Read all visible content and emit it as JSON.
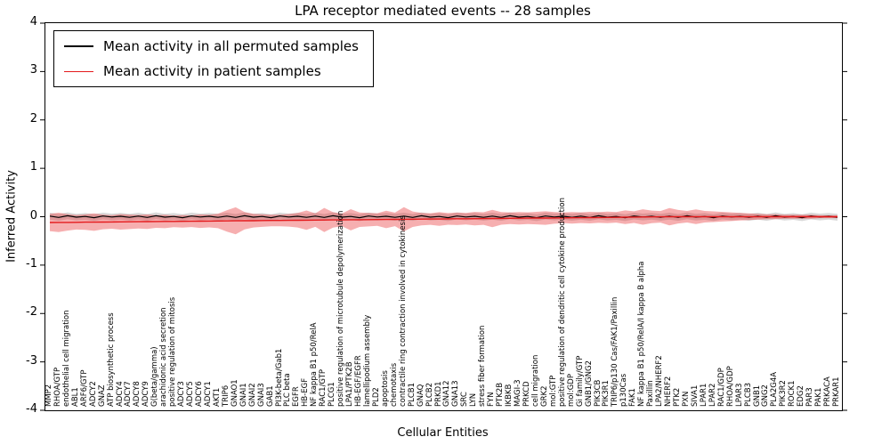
{
  "chart_data": {
    "type": "line",
    "title": "LPA receptor mediated events -- 28 samples",
    "xlabel": "Cellular Entities",
    "ylabel": "Inferred Activity",
    "ylim": [
      -4,
      4
    ],
    "yticks": [
      -4,
      -3,
      -2,
      -1,
      0,
      1,
      2,
      3,
      4
    ],
    "grid": false,
    "legend_position": "upper left",
    "categories": [
      "MMP2",
      "RHOA/GTP",
      "endothelial cell migration",
      "ABL1",
      "ARF6/GTP",
      "ADCY2",
      "GNAZ",
      "ATP biosynthetic process",
      "ADCY4",
      "ADCY7",
      "ADCY8",
      "ADCY9",
      "G(beta/gamma)",
      "arachidonic acid secretion",
      "positive regulation of mitosis",
      "ADCY3",
      "ADCY5",
      "ADCY6",
      "ADCY1",
      "AKT1",
      "TRIP6",
      "GNAO1",
      "GNAI1",
      "GNAI2",
      "GNAI3",
      "GAB1",
      "PI3K-beta/Gab1",
      "PLC beta",
      "EGFR",
      "HB-EGF",
      "NF kappa B1 p50/RelA",
      "RAC1/GTP",
      "PLCG1",
      "positive regulation of microtubule depolymerization",
      "LPA1/PTK2B",
      "HB-EGF/EGFR",
      "lamellipodium assembly",
      "PLD2",
      "apoptosis",
      "chemotaxis",
      "contractile ring contraction involved in cytokinesis",
      "PLCB1",
      "GNAQ",
      "PLCB2",
      "PRKD1",
      "GNA12",
      "GNA13",
      "SRC",
      "LYN",
      "stress fiber formation",
      "FYN",
      "PTK2B",
      "IKBKB",
      "MAGI-3",
      "PRKCD",
      "cell migration",
      "GRK2",
      "mol:GTP",
      "positive regulation of dendritic cell cytokine production",
      "mol:GDP",
      "Gi family/GTP",
      "GNB1/GNG2",
      "PIK3CB",
      "PIK3R1",
      "TRIP6/p130 Cas/FAK1/Paxillin",
      "p130Cas",
      "FAK1",
      "NF kappa B1 p50/RelA/I kappa B alpha",
      "Paxillin",
      "LPA2/NHERF2",
      "NHERF2",
      "PTK2",
      "PXN",
      "SIVA1",
      "LPAR1",
      "LPAR2",
      "RAC1/GDP",
      "RHOA/GDP",
      "LPAR3",
      "PLCB3",
      "GNB1",
      "GNG2",
      "PLA2G4A",
      "PIK3R2",
      "ROCK1",
      "EDG2",
      "PAR3",
      "PAK1",
      "PRKACA",
      "PRKAR1"
    ],
    "series": [
      {
        "name": "Mean activity in all permuted samples",
        "color": "#000000",
        "band_fill": "rgba(130,130,130,0.30)",
        "band_half": 0.07,
        "values": [
          0.012,
          -0.015,
          0.02,
          -0.01,
          0.006,
          -0.02,
          0.015,
          -0.006,
          0.01,
          -0.012,
          0.012,
          -0.015,
          0.02,
          -0.01,
          0.006,
          -0.02,
          0.015,
          -0.006,
          0.01,
          -0.012,
          0.012,
          -0.015,
          0.02,
          -0.01,
          0.006,
          -0.02,
          0.015,
          -0.006,
          0.01,
          -0.012,
          0.012,
          -0.015,
          0.02,
          -0.01,
          0.006,
          -0.02,
          0.015,
          -0.006,
          0.01,
          -0.012,
          0.012,
          -0.015,
          0.02,
          -0.01,
          0.006,
          -0.02,
          0.015,
          -0.006,
          0.01,
          -0.012,
          0.012,
          -0.015,
          0.02,
          -0.01,
          0.006,
          -0.02,
          0.015,
          -0.006,
          0.01,
          -0.012,
          0.012,
          -0.015,
          0.02,
          -0.01,
          0.006,
          -0.02,
          0.015,
          -0.006,
          0.01,
          -0.012,
          0.012,
          -0.015,
          0.02,
          -0.01,
          0.006,
          -0.02,
          0.015,
          -0.006,
          0.01,
          -0.012,
          0.012,
          -0.015,
          0.02,
          -0.01,
          0.006,
          -0.02,
          0.015,
          -0.006,
          0.01,
          -0.012
        ]
      },
      {
        "name": "Mean activity in patient samples",
        "color": "#e41a1c",
        "band_fill": "rgba(228,26,28,0.35)",
        "band_half": [
          0.18,
          0.2,
          0.17,
          0.15,
          0.16,
          0.18,
          0.15,
          0.14,
          0.16,
          0.15,
          0.14,
          0.15,
          0.13,
          0.14,
          0.12,
          0.13,
          0.12,
          0.14,
          0.13,
          0.15,
          0.22,
          0.28,
          0.18,
          0.14,
          0.13,
          0.12,
          0.12,
          0.13,
          0.15,
          0.2,
          0.14,
          0.25,
          0.16,
          0.13,
          0.22,
          0.15,
          0.14,
          0.13,
          0.18,
          0.14,
          0.25,
          0.16,
          0.13,
          0.12,
          0.14,
          0.12,
          0.13,
          0.12,
          0.14,
          0.13,
          0.18,
          0.13,
          0.12,
          0.13,
          0.12,
          0.13,
          0.14,
          0.12,
          0.11,
          0.12,
          0.11,
          0.12,
          0.11,
          0.12,
          0.11,
          0.14,
          0.12,
          0.16,
          0.13,
          0.12,
          0.18,
          0.14,
          0.12,
          0.15,
          0.12,
          0.11,
          0.1,
          0.09,
          0.08,
          0.07,
          0.06,
          0.05,
          0.05,
          0.04,
          0.04,
          0.04,
          0.04,
          0.03,
          0.03,
          0.03
        ],
        "values": [
          -0.12,
          -0.118,
          -0.117,
          -0.115,
          -0.113,
          -0.112,
          -0.11,
          -0.108,
          -0.107,
          -0.105,
          -0.103,
          -0.102,
          -0.1,
          -0.098,
          -0.097,
          -0.095,
          -0.093,
          -0.092,
          -0.09,
          -0.088,
          -0.087,
          -0.085,
          -0.083,
          -0.082,
          -0.08,
          -0.078,
          -0.077,
          -0.075,
          -0.073,
          -0.072,
          -0.07,
          -0.068,
          -0.067,
          -0.065,
          -0.063,
          -0.062,
          -0.06,
          -0.058,
          -0.057,
          -0.055,
          -0.053,
          -0.052,
          -0.05,
          -0.048,
          -0.047,
          -0.045,
          -0.043,
          -0.042,
          -0.04,
          -0.038,
          -0.037,
          -0.035,
          -0.033,
          -0.032,
          -0.03,
          -0.028,
          -0.027,
          -0.025,
          -0.023,
          -0.022,
          -0.02,
          -0.018,
          -0.016,
          -0.014,
          -0.012,
          -0.01,
          -0.008,
          -0.006,
          -0.004,
          -0.002,
          0,
          0,
          0,
          0,
          0,
          0,
          0,
          0,
          0,
          0,
          0,
          0,
          0,
          0,
          0,
          0,
          0,
          0,
          0,
          0
        ]
      }
    ]
  }
}
